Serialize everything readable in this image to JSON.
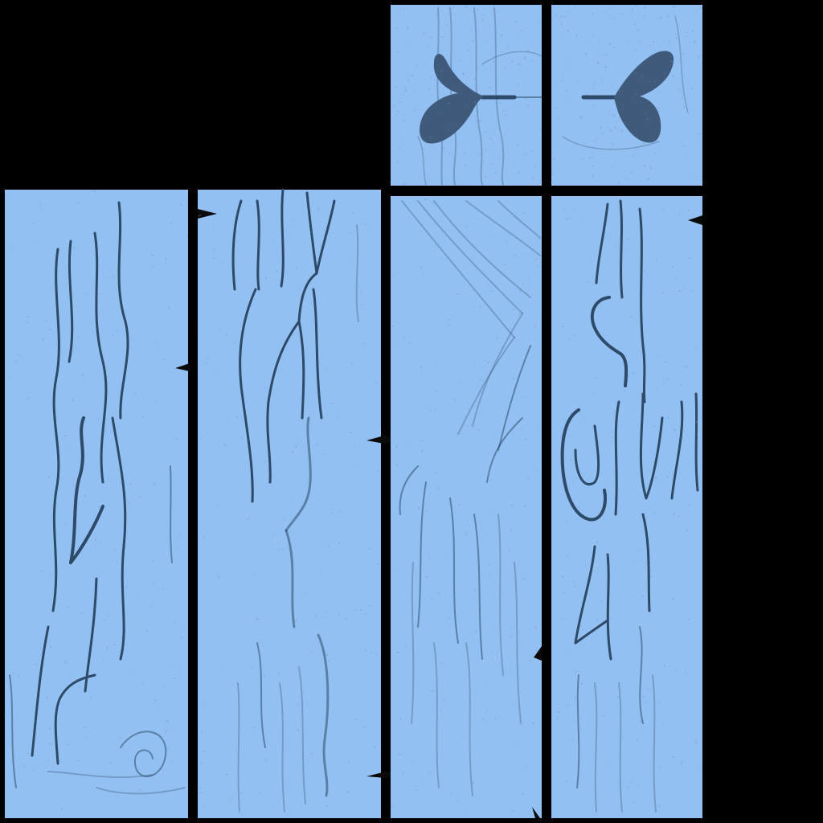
{
  "texture_atlas": {
    "background_color": "#000000",
    "plank_color": "#93c0f3",
    "grain_color": "#2d4a68",
    "leaf_color": "#3f5a7a",
    "tiles": [
      {
        "id": "plank-1",
        "kind": "plank-long"
      },
      {
        "id": "plank-2",
        "kind": "plank-long"
      },
      {
        "id": "plank-3",
        "kind": "plank-long"
      },
      {
        "id": "plank-4",
        "kind": "plank-long"
      },
      {
        "id": "sprout-left",
        "kind": "plank-short-leaf"
      },
      {
        "id": "sprout-right",
        "kind": "plank-short-leaf"
      }
    ]
  }
}
